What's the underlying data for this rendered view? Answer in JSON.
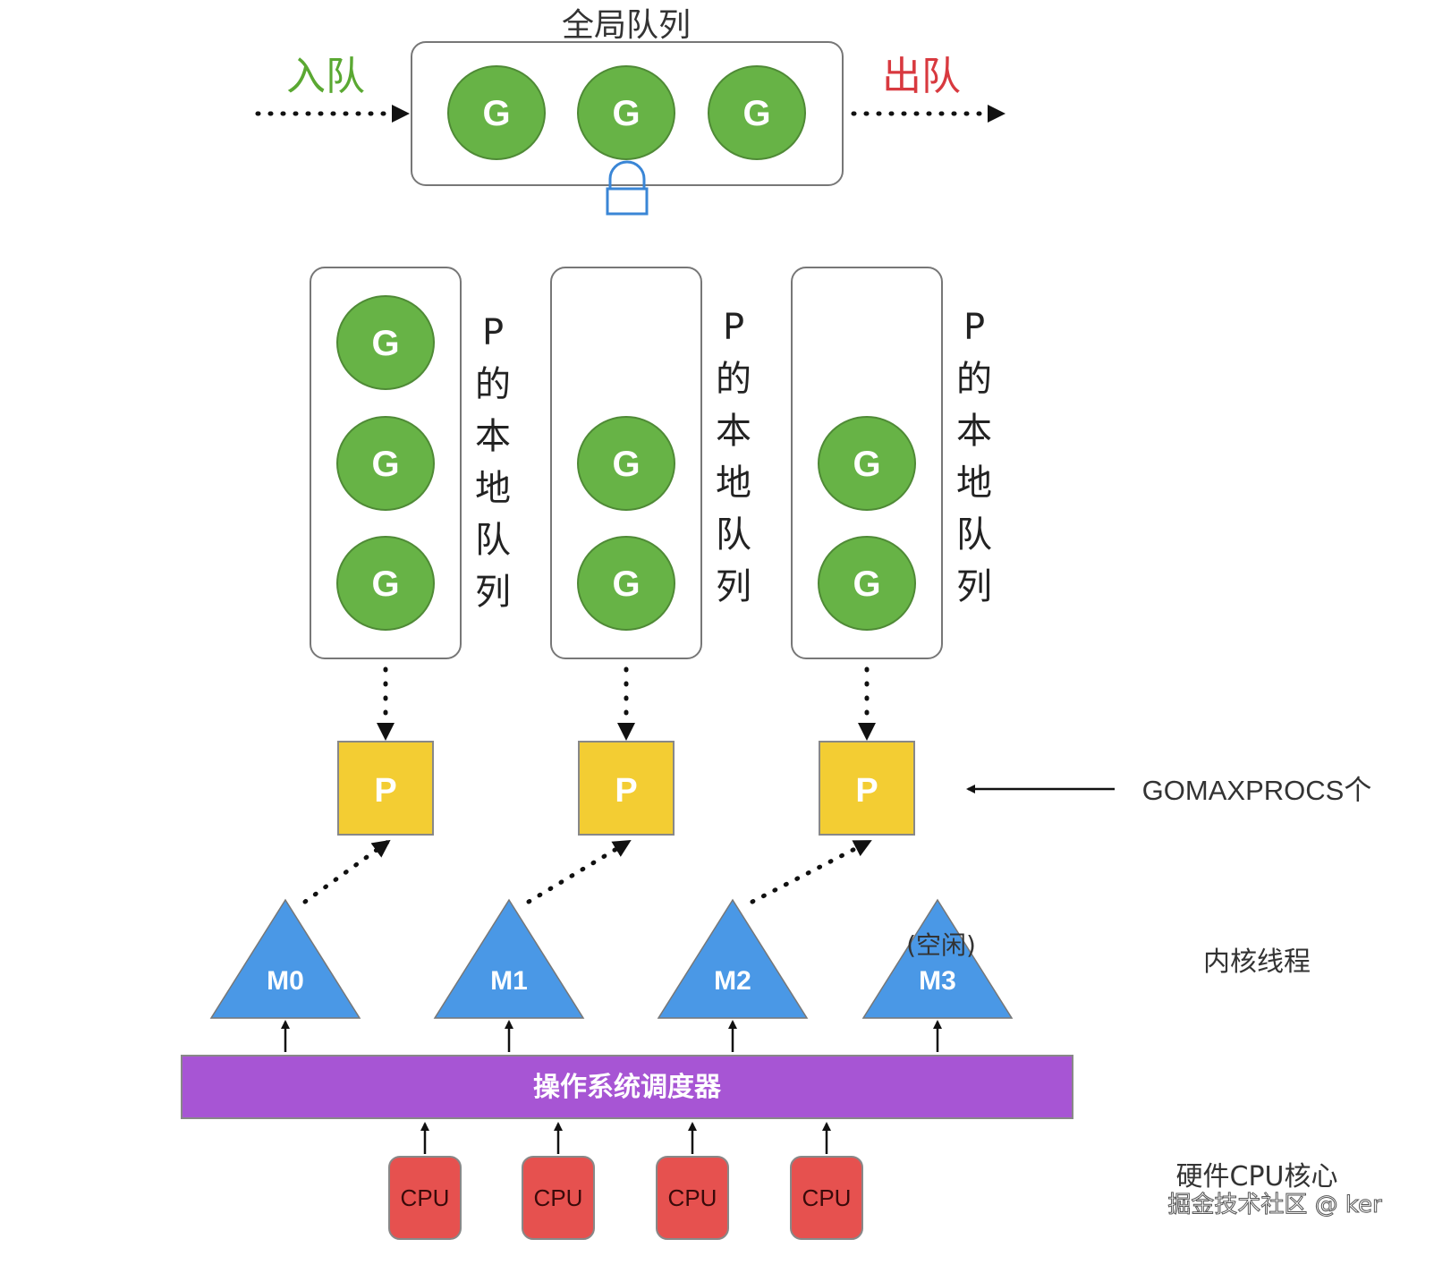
{
  "global_queue": {
    "title": "全局队列",
    "enqueue_label": "入队",
    "dequeue_label": "出队",
    "goroutines": [
      "G",
      "G",
      "G"
    ],
    "lock_icon": "lock-icon"
  },
  "local_queues": [
    {
      "label": "P的本地队列",
      "label_chars": [
        "P",
        "的",
        "本",
        "地",
        "队",
        "列"
      ],
      "goroutines": [
        "G",
        "G",
        "G"
      ]
    },
    {
      "label": "P的本地队列",
      "label_chars": [
        "P",
        "的",
        "本",
        "地",
        "队",
        "列"
      ],
      "goroutines": [
        "G",
        "G"
      ]
    },
    {
      "label": "P的本地队列",
      "label_chars": [
        "P",
        "的",
        "本",
        "地",
        "队",
        "列"
      ],
      "goroutines": [
        "G",
        "G"
      ]
    }
  ],
  "processors": [
    "P",
    "P",
    "P"
  ],
  "gomaxprocs_label": "GOMAXPROCS个",
  "threads": [
    {
      "label": "M0",
      "status": ""
    },
    {
      "label": "M1",
      "status": ""
    },
    {
      "label": "M2",
      "status": ""
    },
    {
      "label": "M3",
      "status": "(空闲)"
    }
  ],
  "kernel_thread_label": "内核线程",
  "os_scheduler_label": "操作系统调度器",
  "cpus": [
    "CPU",
    "CPU",
    "CPU",
    "CPU"
  ],
  "hardware_cpu_label": "硬件CPU核心",
  "watermark": "掘金技术社区 @ ker",
  "colors": {
    "goroutine": "#67b346",
    "goroutine_stroke": "#4f8a36",
    "processor": "#f3cd33",
    "thread": "#4a98e6",
    "scheduler": "#a755d4",
    "cpu": "#e6514f",
    "enqueue": "#5aa832",
    "dequeue": "#d8393f",
    "lock": "#3a86d6"
  }
}
